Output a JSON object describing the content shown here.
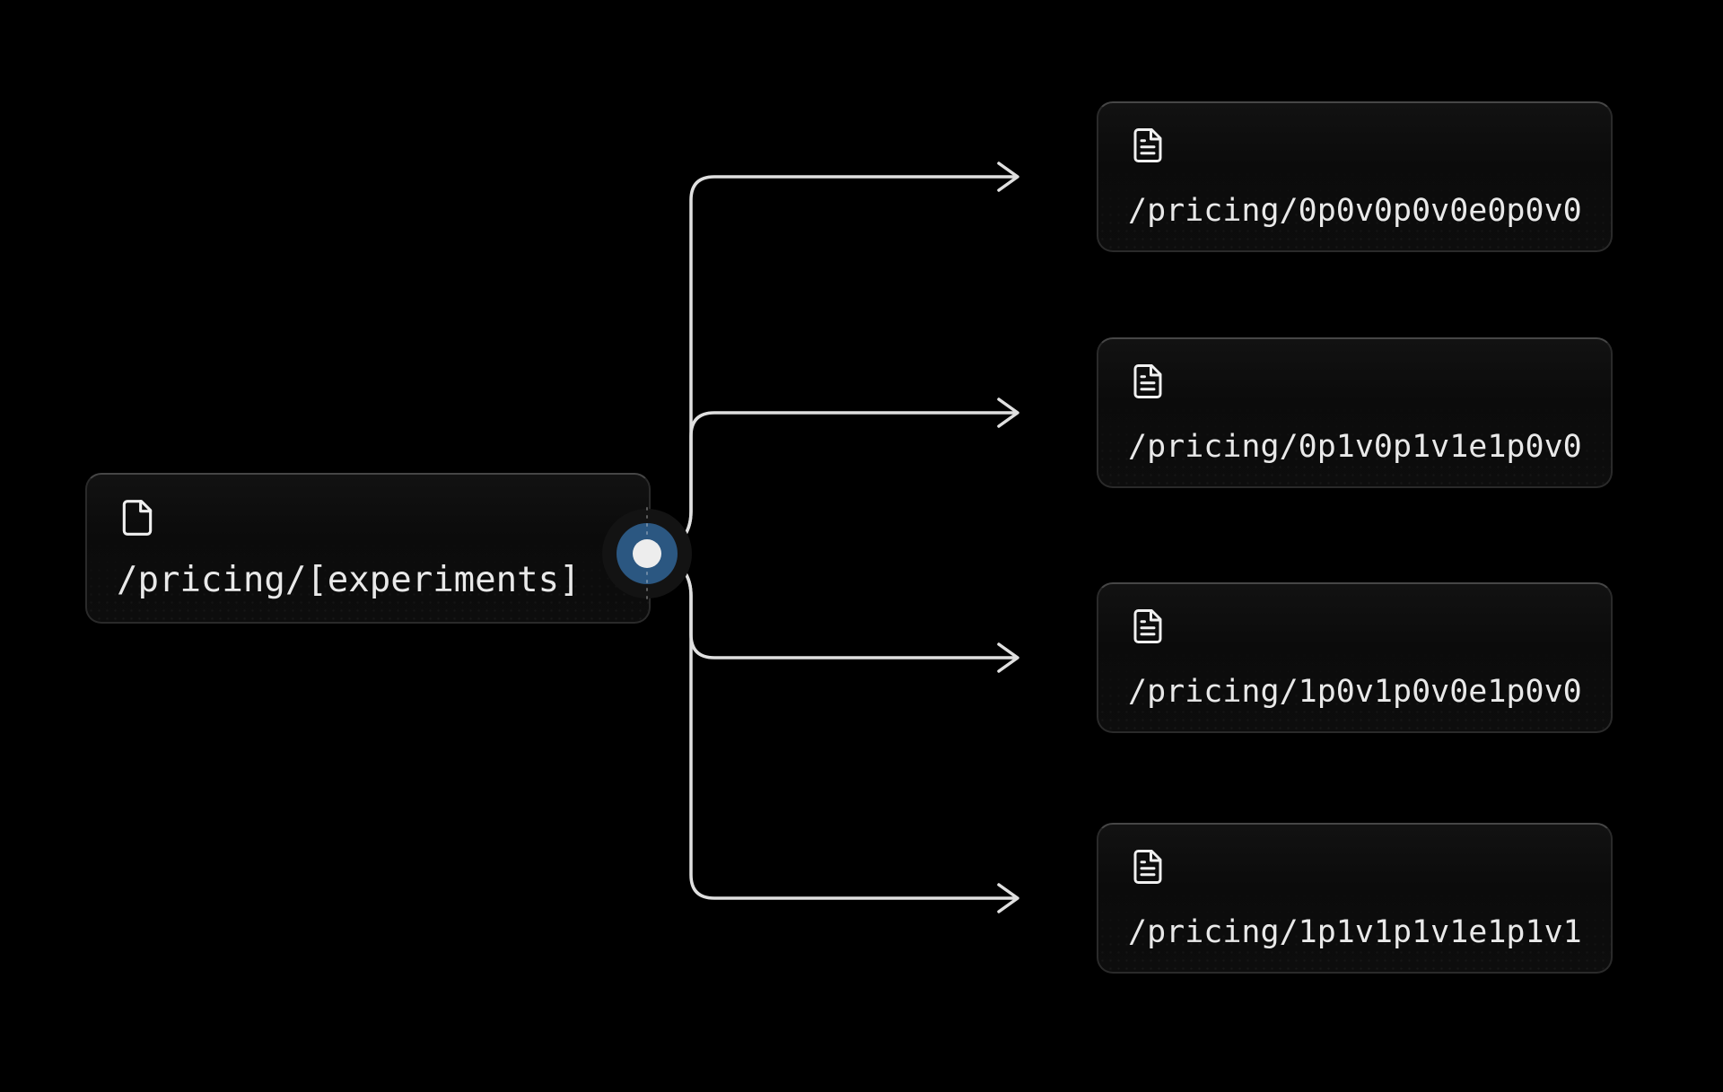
{
  "diagram": {
    "source": {
      "label": "/pricing/[experiments]",
      "icon": "file-icon"
    },
    "targets": [
      {
        "label": "/pricing/0p0v0p0v0e0p0v0",
        "icon": "file-text-icon"
      },
      {
        "label": "/pricing/0p1v0p1v1e1p0v0",
        "icon": "file-text-icon"
      },
      {
        "label": "/pricing/1p0v1p0v0e1p0v0",
        "icon": "file-text-icon"
      },
      {
        "label": "/pricing/1p1v1p1v1e1p1v1",
        "icon": "file-text-icon"
      }
    ],
    "connector": {
      "type": "branching-arrows",
      "branch_count": 4,
      "arrowhead": "open-chevron-right"
    }
  },
  "colors": {
    "background": "#000000",
    "card_background": "#0d0d0d",
    "card_border": "#2a2a2a",
    "card_border_top": "#464646",
    "text": "#e9e9e9",
    "edge_line": "#e0e0e0",
    "node_ring_blue": "#2b5781",
    "node_core_white": "#ededed",
    "node_halo": "#131313"
  }
}
